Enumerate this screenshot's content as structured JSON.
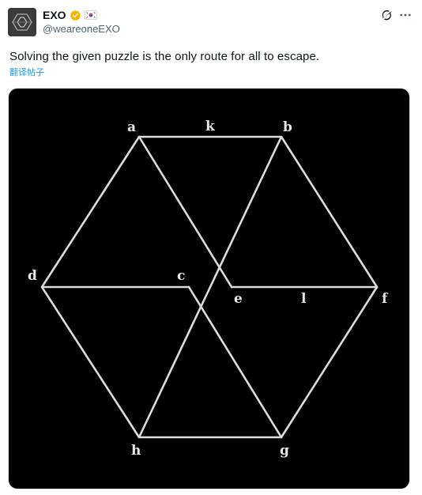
{
  "author": {
    "display_name": "EXO",
    "handle": "@weareoneEXO",
    "verified_badge_color": "#f5b400"
  },
  "tweet": {
    "text": "Solving the given puzzle is the only route for all to escape.",
    "translate_label": "翻译帖子"
  },
  "actions": {
    "grok_icon": "grok-icon",
    "more_icon": "more-icon"
  },
  "puzzle": {
    "labels": {
      "a": "a",
      "b": "b",
      "c": "c",
      "d": "d",
      "e": "e",
      "f": "f",
      "g": "g",
      "h": "h",
      "k": "k",
      "l": "l"
    },
    "background_color": "#000000",
    "line_color": "#dcdcdc"
  }
}
